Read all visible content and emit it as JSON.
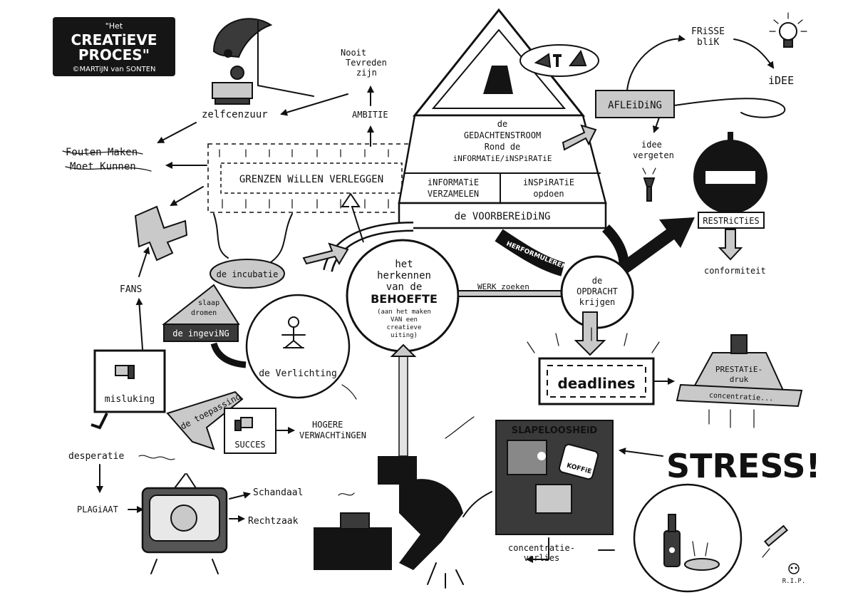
{
  "title": {
    "line1": "\"Het",
    "line2": "CREATiEVE",
    "line3": "PROCES\"",
    "credit": "©MARTiJN van SONTEN"
  },
  "nodes": {
    "zelfcenzuur": "zelfcenzuur",
    "fouten_line1": "Fouten Maken",
    "fouten_line2": "Moet Kunnen",
    "nooit_line1": "Nooit",
    "nooit_line2": "Tevreden",
    "nooit_line3": "zijn",
    "ambitie": "AMBITIE",
    "grenzen": "GRENZEN WiLLEN VERLEGGEN",
    "gedachten_line1": "de",
    "gedachten_line2": "GEDACHTENSTROOM",
    "gedachten_line3": "Rond de",
    "gedachten_line4": "iNFORMATiE/iNSPiRATiE",
    "informatie_line1": "iNFORMATiE",
    "informatie_line2": "VERZAMELEN",
    "inspiratie_line1": "iNSPiRATiE",
    "inspiratie_line2": "opdoen",
    "voorbereiding": "de VOORBEREiDiNG",
    "herformuleren": "HERFORMULEREN",
    "afleiding": "AFLEiDiNG",
    "frisse_line1": "FRiSSE",
    "frisse_line2": "bliK",
    "idee": "iDEE",
    "vergeten_line1": "idee",
    "vergeten_line2": "vergeten",
    "restricties": "RESTRiCTiES",
    "conformiteit": "conformiteit",
    "fans": "FANS",
    "incubatie": "de incubatie",
    "slaap": "slaap",
    "dromen": "dromen",
    "ingeving": "de ingeviNG",
    "verlichting": "de Verlichting",
    "behoefte_line1": "het",
    "behoefte_line2": "herkennen",
    "behoefte_line3": "van de",
    "behoefte_line4": "BEHOEFTE",
    "behoefte_line5": "(aan het maken",
    "behoefte_line6": "VAN een",
    "behoefte_line7": "creatieve",
    "behoefte_line8": "uiting)",
    "werk_zoeken": "WERK zoeken",
    "opdracht_line1": "de",
    "opdracht_line2": "OPDRACHT",
    "opdracht_line3": "krijgen",
    "deadlines": "deadlines",
    "prestatie_line1": "PRESTATiE-",
    "prestatie_line2": "druk",
    "concentratie": "concentratie...",
    "misluking": "misluking",
    "toepassing": "de toepassing",
    "succes": "SUCCES",
    "hogere_line1": "HOGERE",
    "hogere_line2": "VERWACHTiNGEN",
    "slapeloosheid": "SLAPELOOSHEiD",
    "koffie": "KOFFiE",
    "stress": "STRESS!",
    "desperatie": "desperatie",
    "plagiaat": "PLAGiAAT",
    "schandaal": "Schandaal",
    "rechtzaak": "Rechtzaak",
    "verlies_line1": "concentratie-",
    "verlies_line2": "verlies",
    "rip": "R.I.P."
  },
  "colors": {
    "ink": "#111111",
    "grey": "#c9c9c9",
    "dark": "#3a3a3a",
    "paper": "#ffffff"
  }
}
